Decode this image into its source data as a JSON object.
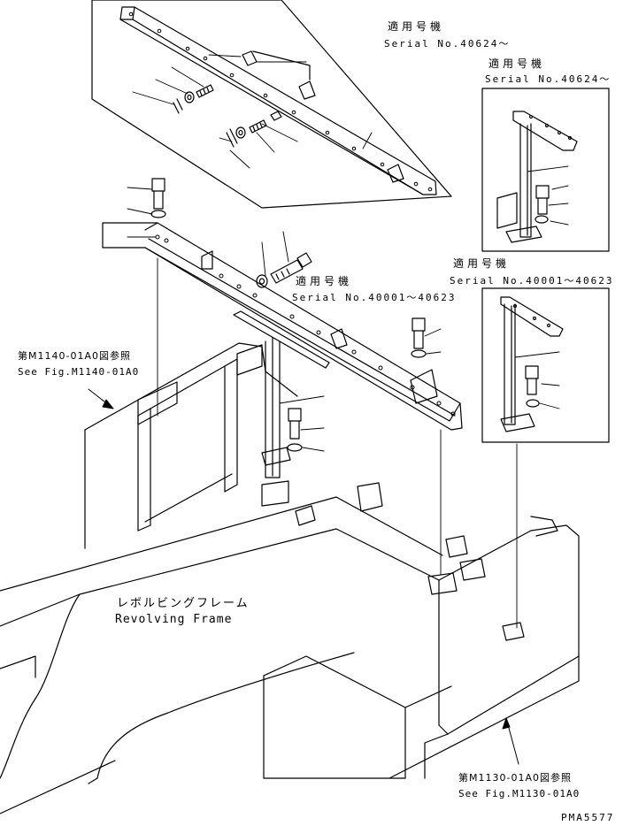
{
  "labels": {
    "applicable_label_jp": "適用号機",
    "serial_top": "Serial No.40624～",
    "serial_right_top": "Serial No.40624～",
    "serial_mid": "Serial No.40001～40623",
    "serial_right_bottom": "Serial No.40001～40623",
    "ref_left_jp": "第M1140-01A0図参照",
    "ref_left_en": "See Fig.M1140-01A0",
    "ref_bottom_jp": "第M1130-01A0図参照",
    "ref_bottom_en": "See Fig.M1130-01A0",
    "frame_jp": "レボルビングフレーム",
    "frame_en": "Revolving Frame",
    "drawing_code": "PMA5577"
  }
}
